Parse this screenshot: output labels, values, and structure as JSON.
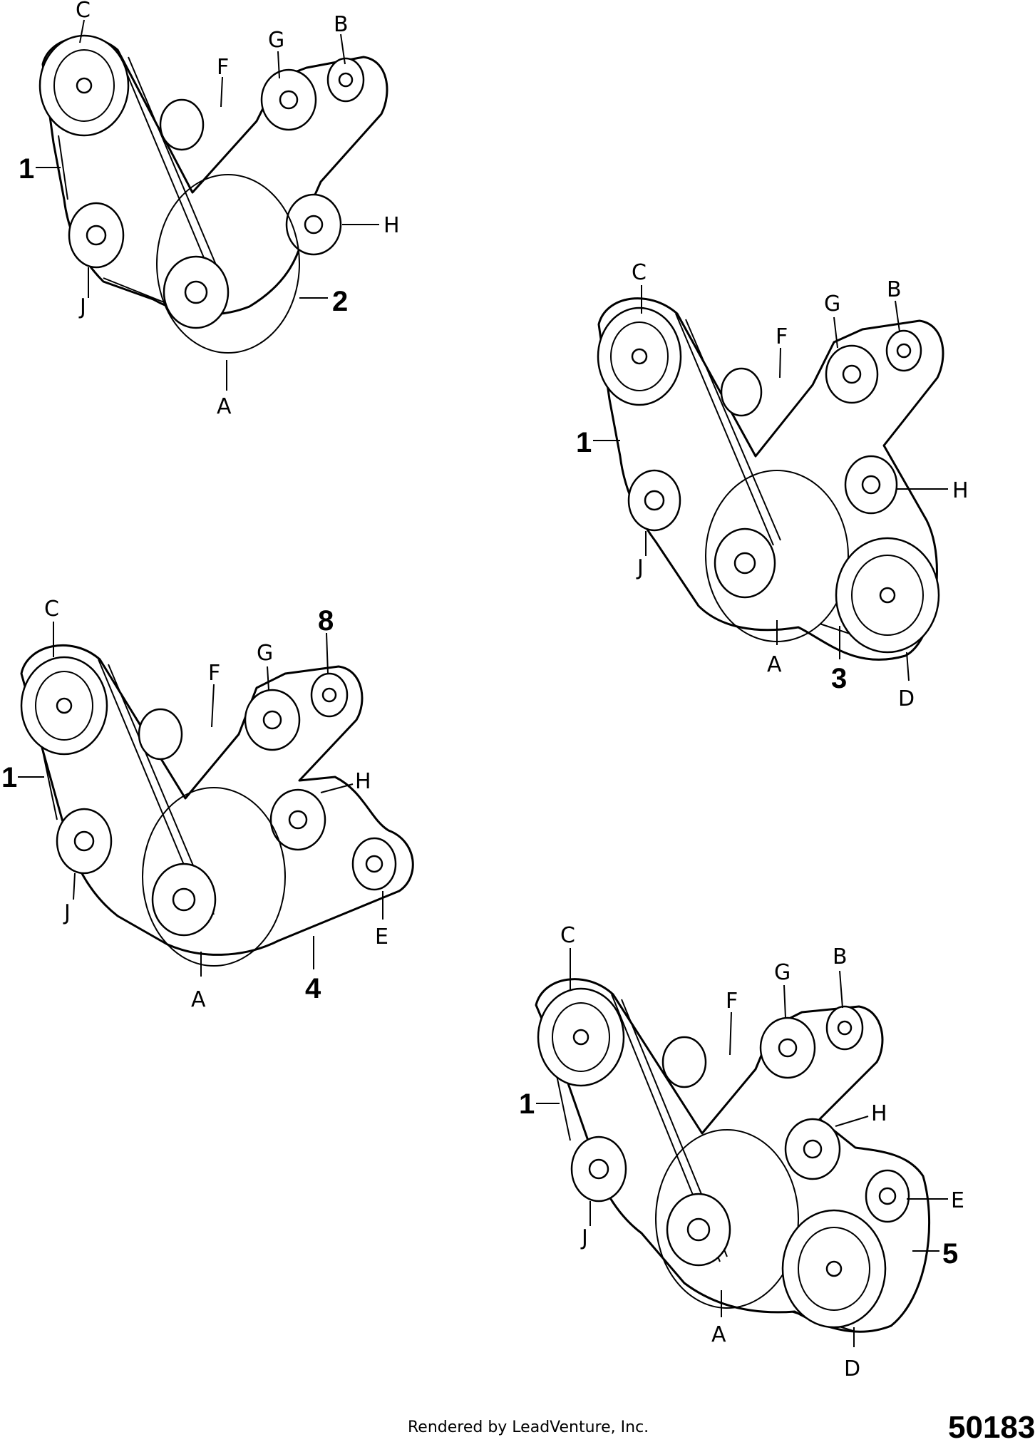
{
  "diagrams": [
    {
      "labels": {
        "c": "C",
        "b": "B",
        "g": "G",
        "f": "F",
        "h": "H",
        "j": "J",
        "a": "A"
      },
      "callouts": {
        "belt_left": "1",
        "belt_right": "2"
      }
    },
    {
      "labels": {
        "c": "C",
        "b": "B",
        "g": "G",
        "f": "F",
        "h": "H",
        "j": "J",
        "a": "A",
        "d": "D"
      },
      "callouts": {
        "belt_left": "1",
        "belt_right": "3"
      }
    },
    {
      "labels": {
        "c": "C",
        "g": "G",
        "f": "F",
        "h": "H",
        "j": "J",
        "a": "A",
        "e": "E"
      },
      "callouts": {
        "belt_left": "1",
        "belt_right": "4",
        "top": "8"
      }
    },
    {
      "labels": {
        "c": "C",
        "b": "B",
        "g": "G",
        "f": "F",
        "h": "H",
        "j": "J",
        "a": "A",
        "e": "E",
        "d": "D"
      },
      "callouts": {
        "belt_left": "1",
        "belt_right": "5"
      }
    }
  ],
  "footer": {
    "credit": "Rendered by LeadVenture, Inc.",
    "figure_number": "50183"
  }
}
